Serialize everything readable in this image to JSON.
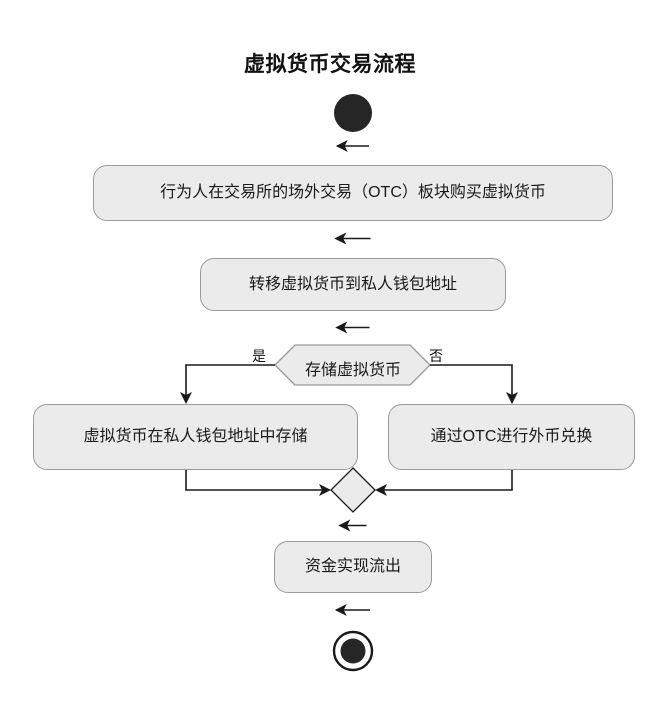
{
  "diagram": {
    "type": "activity-flowchart",
    "title": "虚拟货币交易流程",
    "language": "zh-CN",
    "colors": {
      "node_fill": "#ebebeb",
      "node_border": "#9a9a9a",
      "edge": "#1a1a1a",
      "terminator": "#262626",
      "background": "#ffffff",
      "text": "#1a1a1a"
    },
    "start_node": {
      "name": "start",
      "shape": "filled-circle"
    },
    "end_node": {
      "name": "end",
      "shape": "circle-in-ring"
    },
    "nodes": [
      {
        "id": "buy",
        "shape": "rounded-rect",
        "label": "行为人在交易所的场外交易（OTC）板块购买虚拟货币"
      },
      {
        "id": "transfer",
        "shape": "rounded-rect",
        "label": "转移虚拟货币到私人钱包地址"
      },
      {
        "id": "decision-store",
        "shape": "hexagon-diamond",
        "label": "存储虚拟货币"
      },
      {
        "id": "store-in-wallet",
        "shape": "rounded-rect",
        "label": "虚拟货币在私人钱包地址中存储"
      },
      {
        "id": "otc-exchange",
        "shape": "rounded-rect",
        "label": "通过OTC进行外币兑换"
      },
      {
        "id": "merge",
        "shape": "diamond",
        "label": ""
      },
      {
        "id": "outflow",
        "shape": "rounded-rect",
        "label": "资金实现流出"
      }
    ],
    "edge_labels": {
      "yes": "是",
      "no": "否"
    }
  }
}
